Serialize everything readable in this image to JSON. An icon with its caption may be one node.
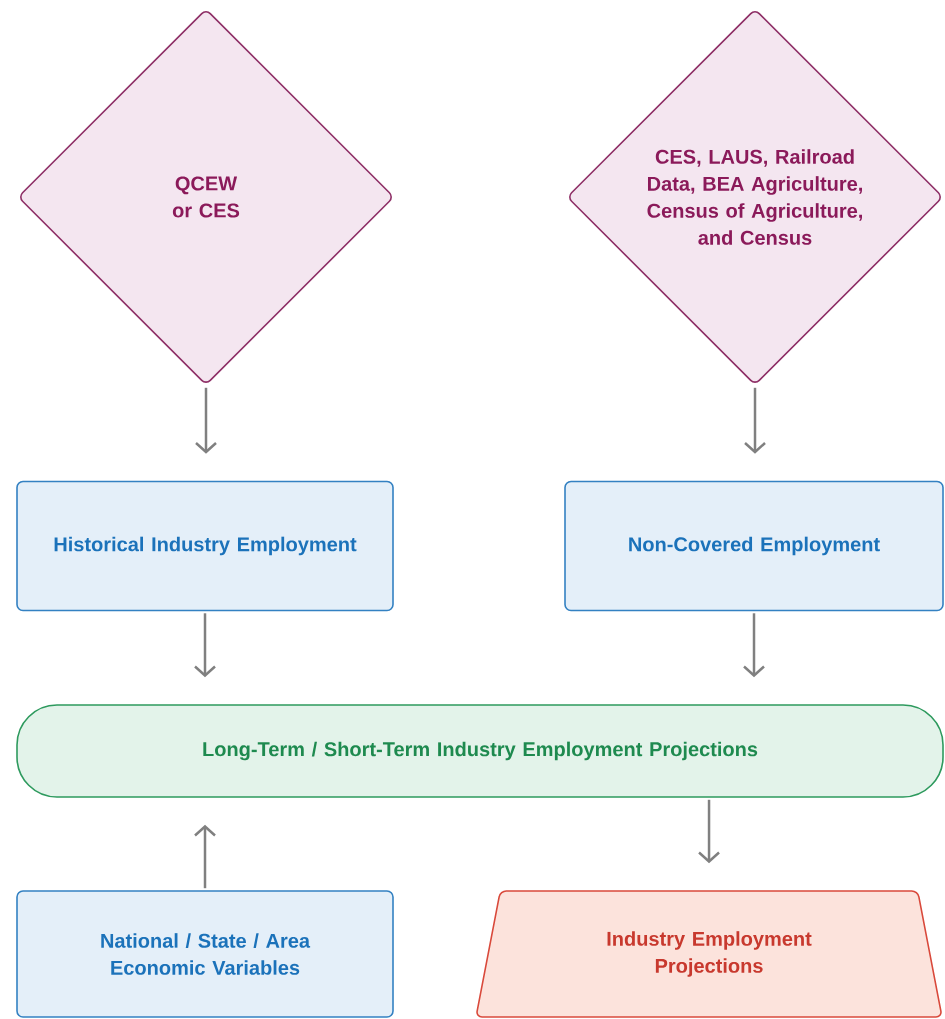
{
  "diagram": {
    "nodes": [
      {
        "text": [
          "QCEW or CES"
        ]
      },
      {
        "text": [
          "CES, LAUS, Railroad Data, BEA Agriculture, Census of Agriculture, and Census"
        ]
      },
      {
        "text": [
          "Historical Industry Employment"
        ]
      },
      {
        "text": [
          "Non-Covered Employment"
        ]
      },
      {
        "text": [
          "Long-Term / Short-Term Industry Employment Projections"
        ]
      },
      {
        "text": [
          "National / State / Area Economic Variables"
        ]
      },
      {
        "text": [
          "Industry Employment Projections"
        ]
      }
    ],
    "edges": [
      {
        "from": 0,
        "to": 2,
        "arrow": "to"
      },
      {
        "from": 1,
        "to": 3,
        "arrow": "to"
      },
      {
        "from": 2,
        "to": 4,
        "arrow": "to"
      },
      {
        "from": 3,
        "to": 4,
        "arrow": "to"
      },
      {
        "from": 5,
        "to": 4,
        "arrow": "to"
      },
      {
        "from": 4,
        "to": 6,
        "arrow": "to"
      }
    ]
  }
}
